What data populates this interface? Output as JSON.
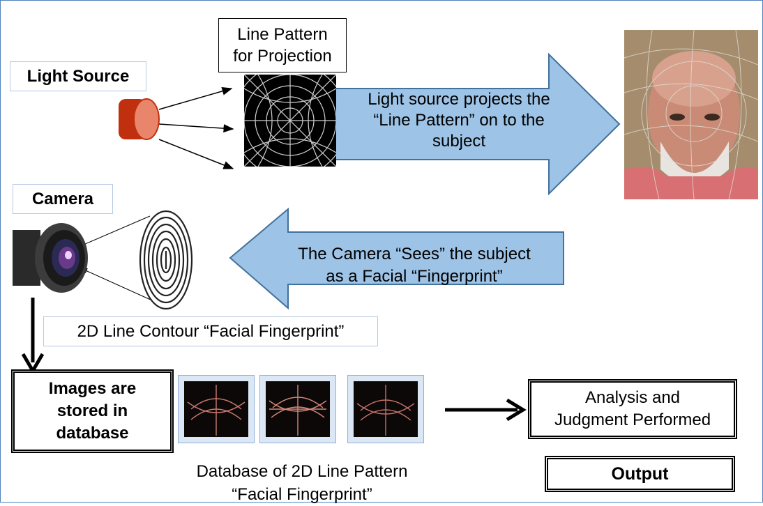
{
  "light_source_label": "Light Source",
  "pattern_label": [
    "Line Pattern",
    "for Projection"
  ],
  "project_arrow_text": [
    "Light source projects the",
    "“Line Pattern” on to the",
    "subject"
  ],
  "camera_label": "Camera",
  "camera_arrow_text": [
    "The Camera “Sees” the subject",
    "as a  Facial “Fingerprint”"
  ],
  "contour_label": "2D Line Contour “Facial Fingerprint”",
  "stored_box": [
    "Images are",
    "stored in",
    "database"
  ],
  "database_caption": [
    "Database of 2D Line Pattern",
    "“Facial Fingerprint”"
  ],
  "analysis_box": [
    "Analysis and",
    "Judgment Performed"
  ],
  "output_box": "Output",
  "colors": {
    "arrow_fill": "#9dc3e6",
    "arrow_stroke": "#41719c",
    "frame": "#4f81bd",
    "cylinder_dark": "#c0300f",
    "cylinder_face": "#e8856a"
  }
}
